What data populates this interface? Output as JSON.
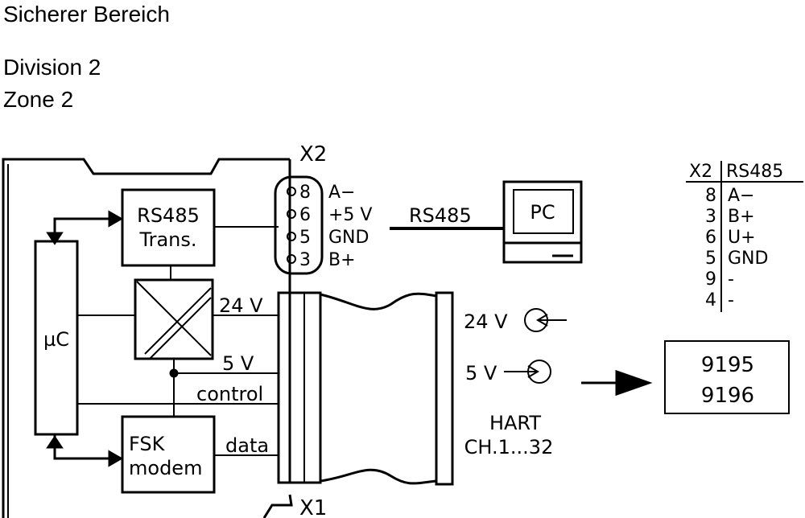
{
  "header": {
    "area": "Sicherer Bereich",
    "division": "Division 2",
    "zone": "Zone 2"
  },
  "device": {
    "x2_label": "X2",
    "x1_label": "X1",
    "uc_label": "µC",
    "rs485_line1": "RS485",
    "rs485_line2": "Trans.",
    "fsk_line1": "FSK",
    "fsk_line2": "modem",
    "sig_24v": "24 V",
    "sig_5v": "5 V",
    "sig_control": "control",
    "sig_data": "data"
  },
  "connector_x2": {
    "pins": [
      {
        "pin": "8",
        "signal": "A−"
      },
      {
        "pin": "6",
        "signal": "+5 V"
      },
      {
        "pin": "5",
        "signal": "GND"
      },
      {
        "pin": "3",
        "signal": "B+"
      }
    ]
  },
  "pc": {
    "link_label": "RS485",
    "label": "PC"
  },
  "field": {
    "supply_24v": "24 V",
    "supply_5v": "5 V",
    "hart_line1": "HART",
    "hart_line2": "CH.1...32"
  },
  "models": {
    "line1": "9195",
    "line2": "9196"
  },
  "pin_table": {
    "header_col1": "X2",
    "header_col2": "RS485",
    "rows": [
      {
        "pin": "8",
        "signal": "A−"
      },
      {
        "pin": "3",
        "signal": "B+"
      },
      {
        "pin": "6",
        "signal": "U+"
      },
      {
        "pin": "5",
        "signal": "GND"
      },
      {
        "pin": "9",
        "signal": "-"
      },
      {
        "pin": "4",
        "signal": "-"
      }
    ]
  }
}
